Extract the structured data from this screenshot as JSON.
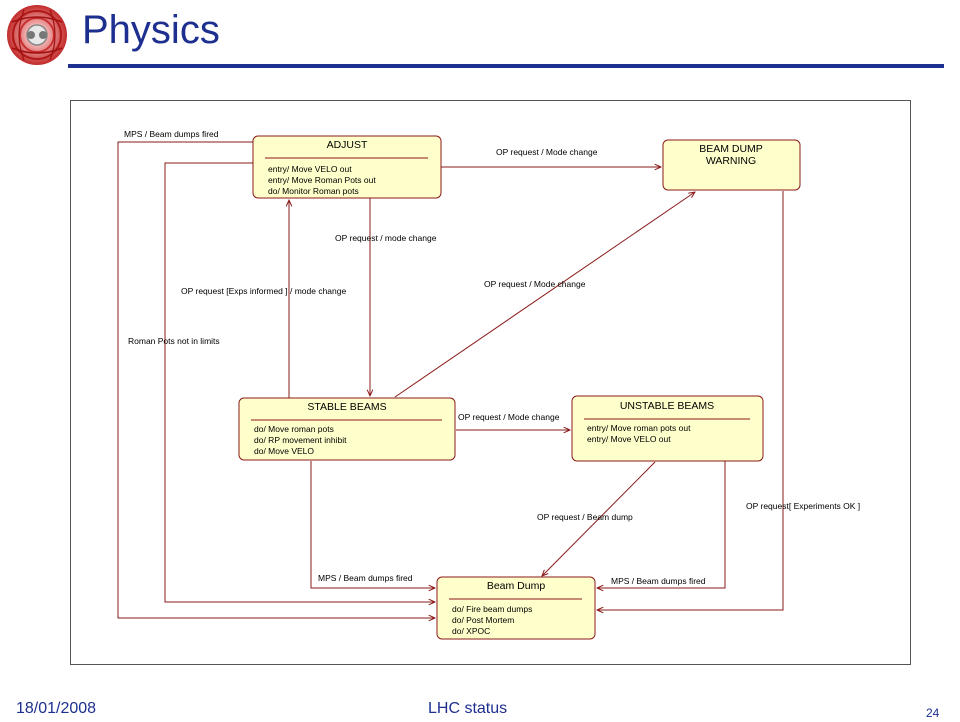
{
  "slide": {
    "title": "Physics",
    "footer_date": "18/01/2008",
    "footer_center": "LHC status",
    "page_number": "24"
  },
  "diagram": {
    "states": [
      {
        "name": "ADJUST",
        "title_lines": [
          "ADJUST"
        ],
        "actions": [
          "entry/ Move VELO out",
          "entry/ Move Roman Pots out",
          "do/ Monitor Roman pots"
        ]
      },
      {
        "name": "BEAM DUMP WARNING",
        "title_lines": [
          "BEAM DUMP",
          "WARNING"
        ],
        "actions": []
      },
      {
        "name": "STABLE BEAMS",
        "title_lines": [
          "STABLE BEAMS"
        ],
        "actions": [
          "do/ Move roman pots",
          "do/ RP movement inhibit",
          "do/ Move VELO"
        ]
      },
      {
        "name": "UNSTABLE BEAMS",
        "title_lines": [
          "UNSTABLE BEAMS"
        ],
        "actions": [
          "entry/ Move roman pots out",
          "entry/ Move VELO out"
        ]
      },
      {
        "name": "Beam Dump",
        "title_lines": [
          "Beam Dump"
        ],
        "actions": [
          "do/ Fire beam dumps",
          "do/ Post Mortem",
          "do/ XPOC"
        ]
      }
    ],
    "transition_labels": {
      "mps_top": "MPS / Beam dumps fired",
      "adjust_to_warning": "OP request / Mode change",
      "adjust_to_stable": "OP request / mode change",
      "stable_to_adjust": "OP request [Exps informed ] / mode change",
      "stable_to_warning": "OP request / Mode change",
      "roman_pots": "Roman Pots not in limits",
      "stable_to_unstable": "OP request / Mode change",
      "unstable_to_dump": "OP request / Beam dump",
      "warning_to_dump": "OP request[ Experiments OK ]",
      "stable_to_dump": "MPS / Beam dumps fired",
      "unstable_mps": "MPS / Beam dumps fired"
    }
  }
}
